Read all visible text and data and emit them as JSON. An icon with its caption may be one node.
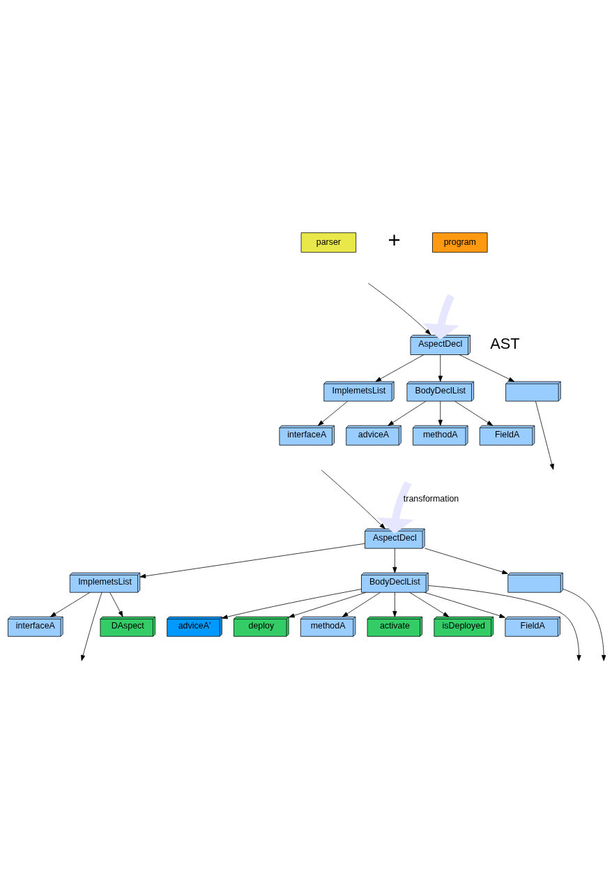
{
  "diagram": {
    "nodes": [
      {
        "text": [
          "parser"
        ]
      },
      {
        "text": [
          "program"
        ]
      },
      {
        "text": [
          "AspectDecl"
        ]
      },
      {
        "text": [
          "ImplemetsList"
        ]
      },
      {
        "text": [
          "BodyDeclList"
        ]
      },
      {
        "text": [],
        "shape": "box"
      },
      {
        "text": [
          "interfaceA"
        ]
      },
      {
        "text": [
          "adviceA"
        ]
      },
      {
        "text": [
          "methodA"
        ]
      },
      {
        "text": [
          "FieldA"
        ]
      },
      {
        "text": [
          "AspectDecl"
        ]
      },
      {
        "text": [
          "ImplemetsList"
        ]
      },
      {
        "text": [
          "BodyDeclList"
        ]
      },
      {
        "text": [],
        "shape": "box"
      },
      {
        "text": [
          "interfaceA"
        ]
      },
      {
        "text": [
          "DAspect"
        ]
      },
      {
        "text": [
          "adviceA'"
        ]
      },
      {
        "text": [
          "methodA"
        ]
      },
      {
        "text": [
          "FieldA"
        ]
      },
      {
        "text": [
          "deploy"
        ]
      },
      {
        "text": [
          "activate"
        ]
      },
      {
        "text": [
          "isDeployed"
        ]
      }
    ],
    "edges": [
      {
        "from": null,
        "to": 2,
        "arrow": "to"
      },
      {
        "from": null,
        "to": 2,
        "arrow": "to",
        "style": "thick",
        "color": "#e6e6ff"
      },
      {
        "from": 2,
        "to": 3,
        "arrow": "to"
      },
      {
        "from": 2,
        "to": 4,
        "arrow": "to"
      },
      {
        "from": 2,
        "to": 5,
        "arrow": "to"
      },
      {
        "from": 3,
        "to": 6,
        "arrow": "to"
      },
      {
        "from": 4,
        "to": 7,
        "arrow": "to"
      },
      {
        "from": 4,
        "to": 8,
        "arrow": "to"
      },
      {
        "from": 4,
        "to": 9,
        "arrow": "to"
      },
      {
        "from": 5,
        "to": null,
        "arrow": "to"
      },
      {
        "from": null,
        "to": 10,
        "arrow": "to"
      },
      {
        "from": null,
        "to": 10,
        "arrow": "to",
        "label": "transformation",
        "style": "thick",
        "color": "#e6e6ff"
      },
      {
        "from": 10,
        "to": 11,
        "arrow": "to"
      },
      {
        "from": 10,
        "to": 12,
        "arrow": "to"
      },
      {
        "from": 10,
        "to": 13,
        "arrow": "to"
      },
      {
        "from": 11,
        "to": 14,
        "arrow": "to"
      },
      {
        "from": 11,
        "to": null,
        "arrow": "to"
      },
      {
        "from": 11,
        "to": 15,
        "arrow": "to"
      },
      {
        "from": 12,
        "to": 16,
        "arrow": "to"
      },
      {
        "from": 12,
        "to": 19,
        "arrow": "to"
      },
      {
        "from": 12,
        "to": 17,
        "arrow": "to"
      },
      {
        "from": 12,
        "to": 20,
        "arrow": "to"
      },
      {
        "from": 12,
        "to": 21,
        "arrow": "to"
      },
      {
        "from": 12,
        "to": 18,
        "arrow": "to"
      },
      {
        "from": 12,
        "to": null,
        "arrow": "to"
      },
      {
        "from": 13,
        "to": null,
        "arrow": "to"
      }
    ],
    "labels": [
      "+",
      "AST"
    ]
  }
}
